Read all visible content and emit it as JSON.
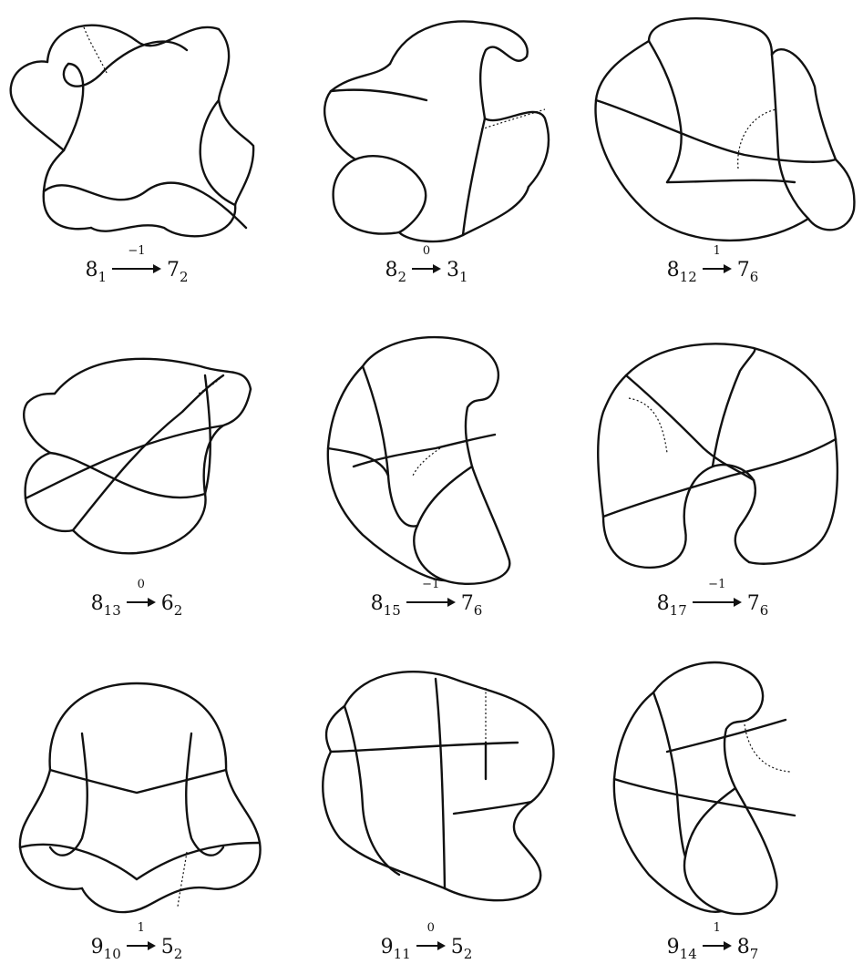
{
  "colors": {
    "strand": "#111111",
    "background": "#ffffff"
  },
  "diagrams": [
    {
      "name": "8-1-knot",
      "knot": "8",
      "knot_sub": "1",
      "arrow_label": "−1",
      "target": "7",
      "target_sub": "2"
    },
    {
      "name": "8-2-knot",
      "knot": "8",
      "knot_sub": "2",
      "arrow_label": "0",
      "target": "3",
      "target_sub": "1"
    },
    {
      "name": "8-12-knot",
      "knot": "8",
      "knot_sub": "12",
      "arrow_label": "1",
      "target": "7",
      "target_sub": "6"
    },
    {
      "name": "8-13-knot",
      "knot": "8",
      "knot_sub": "13",
      "arrow_label": "0",
      "target": "6",
      "target_sub": "2"
    },
    {
      "name": "8-15-knot",
      "knot": "8",
      "knot_sub": "15",
      "arrow_label": "−1",
      "target": "7",
      "target_sub": "6"
    },
    {
      "name": "8-17-knot",
      "knot": "8",
      "knot_sub": "17",
      "arrow_label": "−1",
      "target": "7",
      "target_sub": "6"
    },
    {
      "name": "9-10-knot",
      "knot": "9",
      "knot_sub": "10",
      "arrow_label": "1",
      "target": "5",
      "target_sub": "2"
    },
    {
      "name": "9-11-knot",
      "knot": "9",
      "knot_sub": "11",
      "arrow_label": "0",
      "target": "5",
      "target_sub": "2"
    },
    {
      "name": "9-14-knot",
      "knot": "9",
      "knot_sub": "14",
      "arrow_label": "1",
      "target": "8",
      "target_sub": "7"
    }
  ]
}
